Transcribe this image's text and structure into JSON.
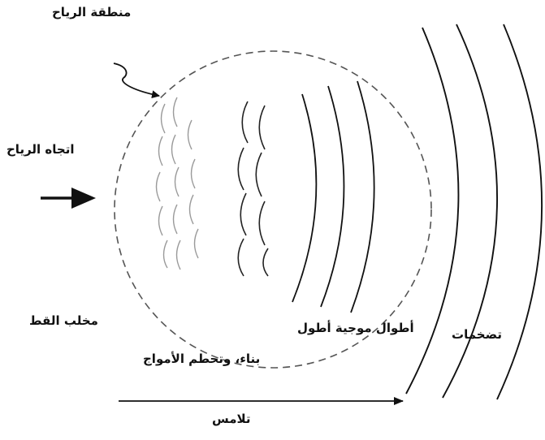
{
  "labels": {
    "wind_zone": "منطقة الرياح",
    "wind_direction": "اتجاه الرياح",
    "catspaw": "مخلب القط",
    "building_breaking": "بناء، وتحطم الأمواج",
    "longer_wavelengths": "أطوال موجية أطول",
    "swells": "تضخمات",
    "fetch": "تلامس"
  },
  "colors": {
    "ink": "#111111",
    "ripple": "#9a9a9a"
  }
}
